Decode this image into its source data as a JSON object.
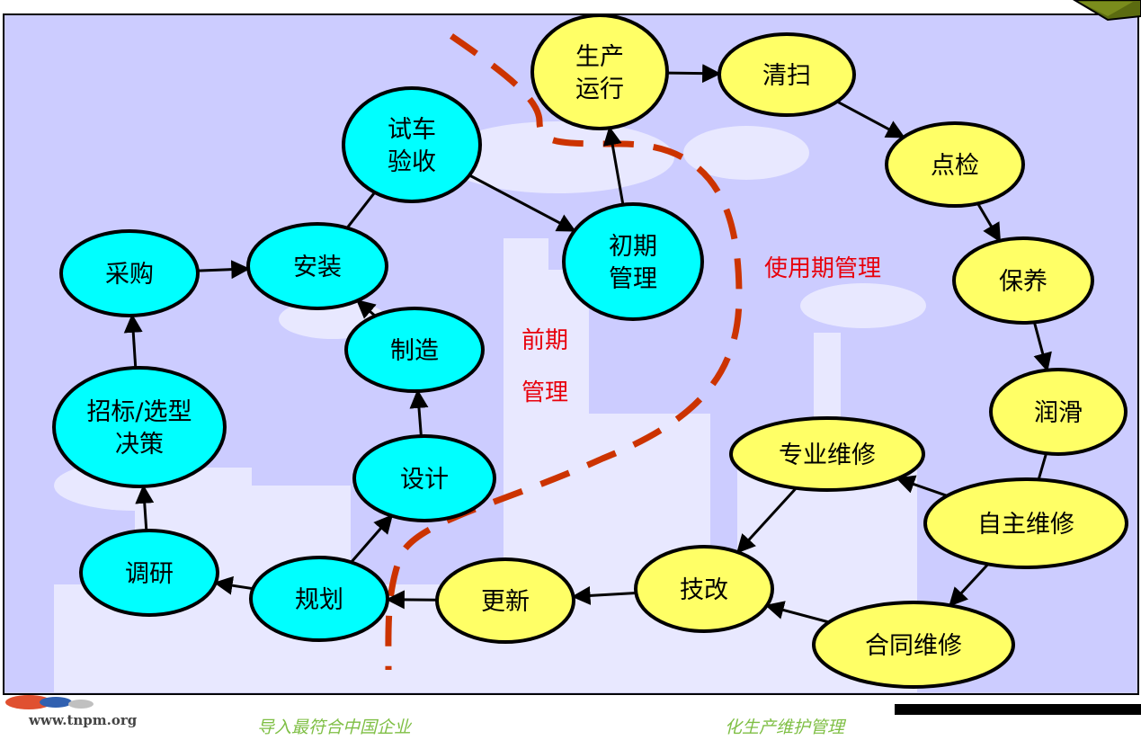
{
  "diagram": {
    "nodes": [
      {
        "id": "production",
        "lines": [
          "生产",
          "运行"
        ],
        "fill": "#ffff66"
      },
      {
        "id": "cleaning",
        "lines": [
          "清扫"
        ],
        "fill": "#ffff66"
      },
      {
        "id": "inspection",
        "lines": [
          "点检"
        ],
        "fill": "#ffff66"
      },
      {
        "id": "maintenance",
        "lines": [
          "保养"
        ],
        "fill": "#ffff66"
      },
      {
        "id": "lubrication",
        "lines": [
          "润滑"
        ],
        "fill": "#ffff66"
      },
      {
        "id": "self-maintenance",
        "lines": [
          "自主维修"
        ],
        "fill": "#ffff66"
      },
      {
        "id": "professional-repair",
        "lines": [
          "专业维修"
        ],
        "fill": "#ffff66"
      },
      {
        "id": "contract-repair",
        "lines": [
          "合同维修"
        ],
        "fill": "#ffff66"
      },
      {
        "id": "technical-reform",
        "lines": [
          "技改"
        ],
        "fill": "#ffff66"
      },
      {
        "id": "renewal",
        "lines": [
          "更新"
        ],
        "fill": "#ffff66"
      },
      {
        "id": "planning",
        "lines": [
          "规划"
        ],
        "fill": "#00ffff"
      },
      {
        "id": "research",
        "lines": [
          "调研"
        ],
        "fill": "#00ffff"
      },
      {
        "id": "tender-decision",
        "lines": [
          "招标/选型",
          "决策"
        ],
        "fill": "#00ffff"
      },
      {
        "id": "procurement",
        "lines": [
          "采购"
        ],
        "fill": "#00ffff"
      },
      {
        "id": "installation",
        "lines": [
          "安装"
        ],
        "fill": "#00ffff"
      },
      {
        "id": "trial-acceptance",
        "lines": [
          "试车",
          "验收"
        ],
        "fill": "#00ffff"
      },
      {
        "id": "initial-management",
        "lines": [
          "初期",
          "管理"
        ],
        "fill": "#00ffff"
      },
      {
        "id": "manufacturing",
        "lines": [
          "制造"
        ],
        "fill": "#00ffff"
      },
      {
        "id": "design",
        "lines": [
          "设计"
        ],
        "fill": "#00ffff"
      }
    ],
    "edges": [
      {
        "from": "production",
        "to": "cleaning",
        "arrow": true
      },
      {
        "from": "cleaning",
        "to": "inspection",
        "arrow": true
      },
      {
        "from": "inspection",
        "to": "maintenance",
        "arrow": true
      },
      {
        "from": "maintenance",
        "to": "lubrication",
        "arrow": true
      },
      {
        "from": "lubrication",
        "to": "self-maintenance",
        "arrow": false
      },
      {
        "from": "self-maintenance",
        "to": "professional-repair",
        "arrow": true
      },
      {
        "from": "self-maintenance",
        "to": "contract-repair",
        "arrow": true
      },
      {
        "from": "professional-repair",
        "to": "technical-reform",
        "arrow": true
      },
      {
        "from": "contract-repair",
        "to": "technical-reform",
        "arrow": true
      },
      {
        "from": "technical-reform",
        "to": "renewal",
        "arrow": true
      },
      {
        "from": "renewal",
        "to": "planning",
        "arrow": true
      },
      {
        "from": "planning",
        "to": "research",
        "arrow": true
      },
      {
        "from": "planning",
        "to": "design",
        "arrow": true
      },
      {
        "from": "research",
        "to": "tender-decision",
        "arrow": true
      },
      {
        "from": "tender-decision",
        "to": "procurement",
        "arrow": true
      },
      {
        "from": "procurement",
        "to": "installation",
        "arrow": true
      },
      {
        "from": "design",
        "to": "manufacturing",
        "arrow": true
      },
      {
        "from": "manufacturing",
        "to": "installation",
        "arrow": true
      },
      {
        "from": "installation",
        "to": "trial-acceptance",
        "arrow": false
      },
      {
        "from": "trial-acceptance",
        "to": "initial-management",
        "arrow": true
      },
      {
        "from": "initial-management",
        "to": "production",
        "arrow": true
      }
    ],
    "zones": {
      "usage_label": "使用期管理",
      "early_label_line1": "前期",
      "early_label_line2": "管理",
      "boundary_color": "#cc3300",
      "label_color": "#e8000b"
    }
  },
  "colors": {
    "panel_background": "#ccccff",
    "usage_node_fill": "#ffff66",
    "early_node_fill": "#00ffff"
  },
  "footer": {
    "website": "www.tnpm.org",
    "slogan_left": "导入最符合中国企业",
    "slogan_right": "化生产维护管理"
  }
}
